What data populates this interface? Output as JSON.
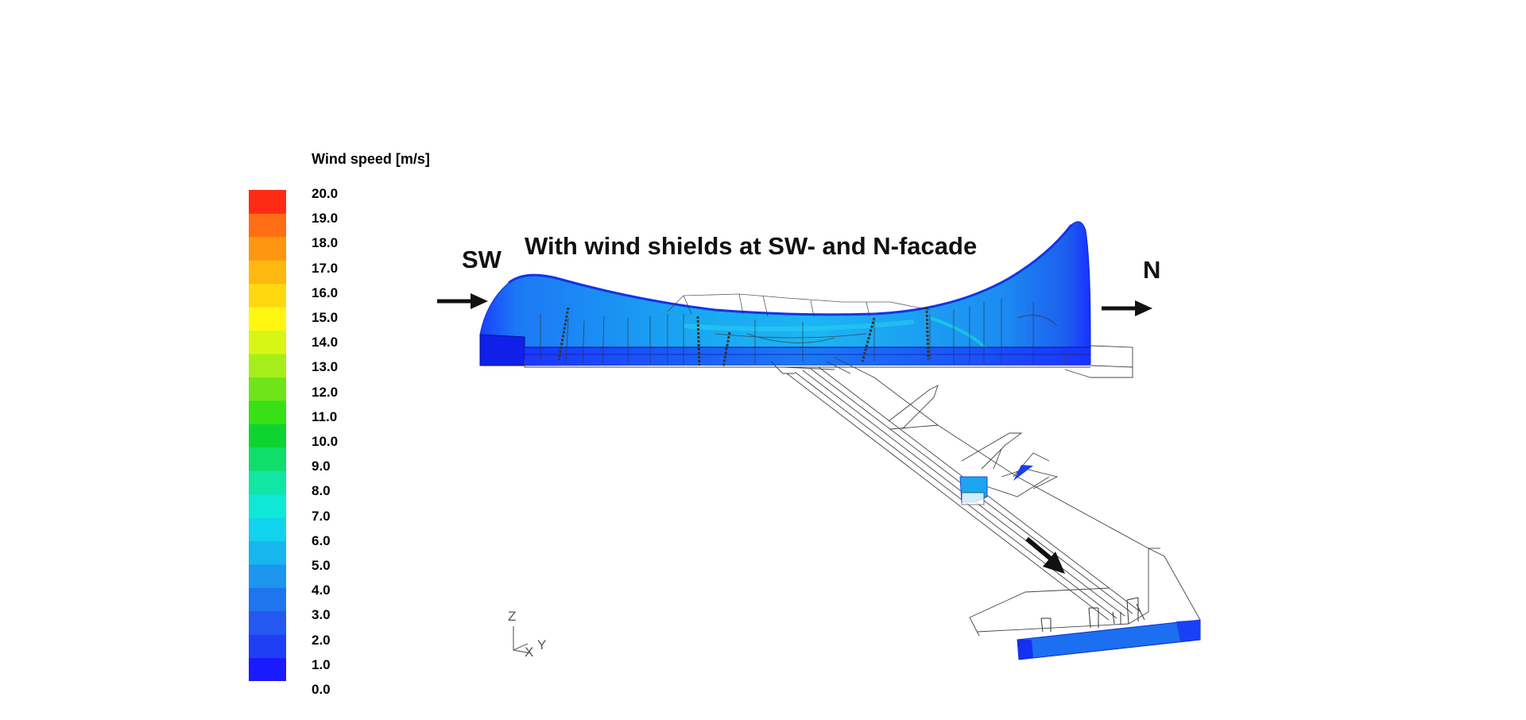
{
  "legend": {
    "title": "Wind speed [m/s]",
    "ticks": [
      "20.0",
      "19.0",
      "18.0",
      "17.0",
      "16.0",
      "15.0",
      "14.0",
      "13.0",
      "12.0",
      "11.0",
      "10.0",
      "9.0",
      "8.0",
      "7.0",
      "6.0",
      "5.0",
      "4.0",
      "3.0",
      "2.0",
      "1.0",
      "0.0"
    ],
    "min": 0,
    "max": 20,
    "colors": [
      "#1a1aff",
      "#1f3ff5",
      "#2458f0",
      "#1e75ee",
      "#1d95ee",
      "#17b6ef",
      "#12d3ee",
      "#0fe8d6",
      "#12e6a4",
      "#10de6b",
      "#0ed432",
      "#38e016",
      "#6fe519",
      "#a6ee1a",
      "#d8f614",
      "#fff712",
      "#ffd80f",
      "#ffb80e",
      "#ff9610",
      "#ff6e14",
      "#ff2a14"
    ]
  },
  "scene": {
    "title": "With wind shields at SW- and N-facade",
    "label_sw": "SW",
    "label_n": "N"
  },
  "axes": {
    "z": "Z",
    "x": "X",
    "y": "Y"
  }
}
